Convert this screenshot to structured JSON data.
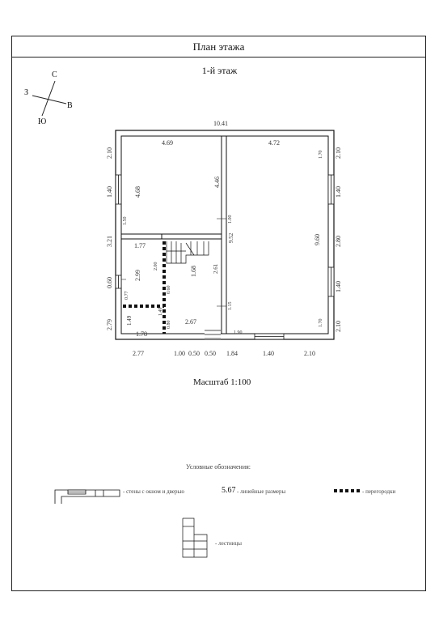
{
  "title": "План этажа",
  "floor_label": "1-й этаж",
  "compass": {
    "north": "С",
    "south": "Ю",
    "west": "З",
    "east": "В"
  },
  "overall_width": "10.41",
  "left_dims": [
    "2.10",
    "1.40",
    "3.21",
    "0.60",
    "2.79"
  ],
  "right_dims": [
    "2.10",
    "1.40",
    "2.80",
    "1.40",
    "2.10"
  ],
  "bottom_dims": [
    "2.77",
    "1.00",
    "0.50",
    "0.50",
    "1.84",
    "1.40",
    "2.10"
  ],
  "room_dims": {
    "r1_top": "4.69",
    "r1_left": "4.68",
    "r1_right": "4.46",
    "r1_small": "1.50",
    "r2_top": "4.72",
    "r2_height": "9.60",
    "r2_left": "9.52",
    "r2_right_a": "1.70",
    "r2_right_b": "1.70",
    "r2_door": "1.00",
    "r2_bottom": "1.90",
    "r3_top": "1.77",
    "r3_side": "2.99",
    "r3_stair": "2.00",
    "hall_a": "1.68",
    "hall_b": "2.61",
    "hall_bottom": "2.67",
    "hall_door": "1.15",
    "b_a": "0.77",
    "b_b": "0.60",
    "b_c": "1.49",
    "b_d": "1.49",
    "b_e": "0.80",
    "b_bottom": "1.78"
  },
  "scale_label": "Масштаб 1:100",
  "legend": {
    "heading": "Условные обозначения:",
    "wall": "- стены с окном и дверью",
    "sample_dim": "5.67",
    "dim_desc": "- линейные размеры",
    "partition": "- перегородки",
    "stairs": "- лестницы"
  }
}
